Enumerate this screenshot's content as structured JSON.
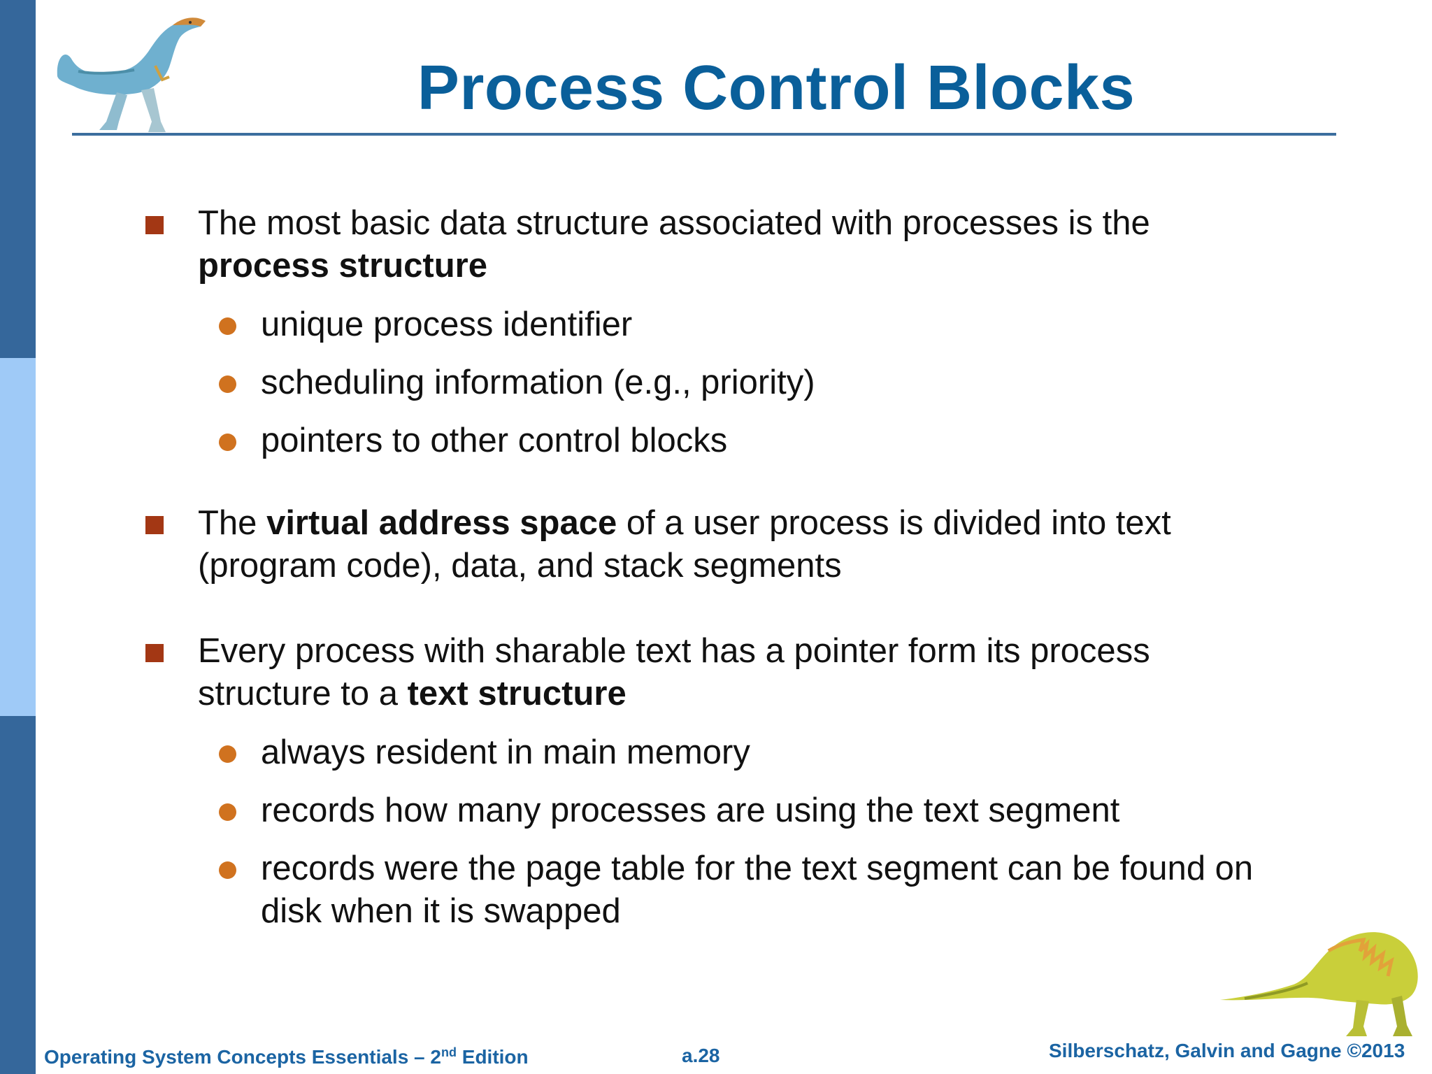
{
  "slide": {
    "title": "Process Control Blocks",
    "bullets": [
      {
        "parts": [
          "The most basic data structure associated with processes is the ",
          "process structure"
        ],
        "sub": [
          "unique process identifier",
          "scheduling information (e.g., priority)",
          "pointers to other control blocks"
        ]
      },
      {
        "parts": [
          "The ",
          "virtual address space",
          " of a user process is divided into text (program code), data, and stack segments"
        ],
        "sub": []
      },
      {
        "parts": [
          "Every process with sharable text has a pointer form its process structure to a ",
          "text structure"
        ],
        "sub": [
          "always resident in main memory",
          "records how many processes are using the text segment",
          "records were the page table for the text segment can be found on disk when it is swapped"
        ]
      }
    ]
  },
  "footer": {
    "book_prefix": "Operating System Concepts Essentials – 2",
    "book_sup": "nd",
    "book_suffix": " Edition",
    "page": "a.28",
    "authors": "Silberschatz, Galvin and Gagne ©2013"
  },
  "colors": {
    "title": "#0a5f9a",
    "square_bullet": "#a33714",
    "round_bullet": "#d0721f",
    "side_dark": "#35679b",
    "side_light": "#9fcaf7"
  },
  "icons": [
    "dinosaur-top-icon",
    "dinosaur-bottom-icon"
  ]
}
